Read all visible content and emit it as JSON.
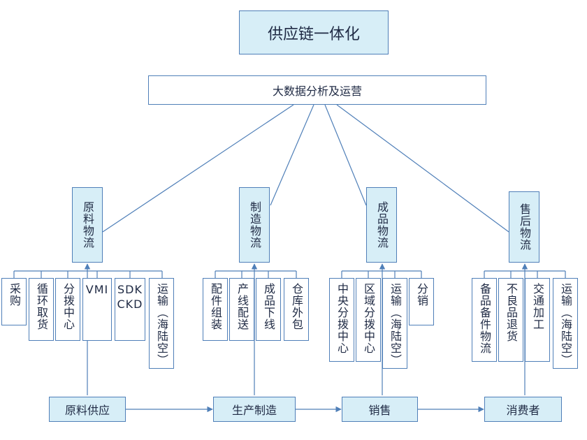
{
  "title": "供应链一体化",
  "analytics": "大数据分析及运营",
  "branches": [
    {
      "label": "原料物流",
      "leaves": [
        "采购",
        "循环取货",
        "分拨中心",
        "VMI",
        "SDK\nCKD",
        "运输（海陆空）"
      ]
    },
    {
      "label": "制造物流",
      "leaves": [
        "配件组装",
        "产线配送",
        "成品下线",
        "仓库外包"
      ]
    },
    {
      "label": "成品物流",
      "leaves": [
        "中央分拨中心",
        "区域分拨中心",
        "运输（海陆空）",
        "分销"
      ]
    },
    {
      "label": "售后物流",
      "leaves": [
        "备品备件物流",
        "不良品退货",
        "交通加工",
        "运输（海陆空）"
      ]
    }
  ],
  "flow": [
    "原料供应",
    "生产制造",
    "销售",
    "消费者"
  ],
  "colors": {
    "line": "#4f7fb8",
    "fill": "#d7eef7"
  }
}
